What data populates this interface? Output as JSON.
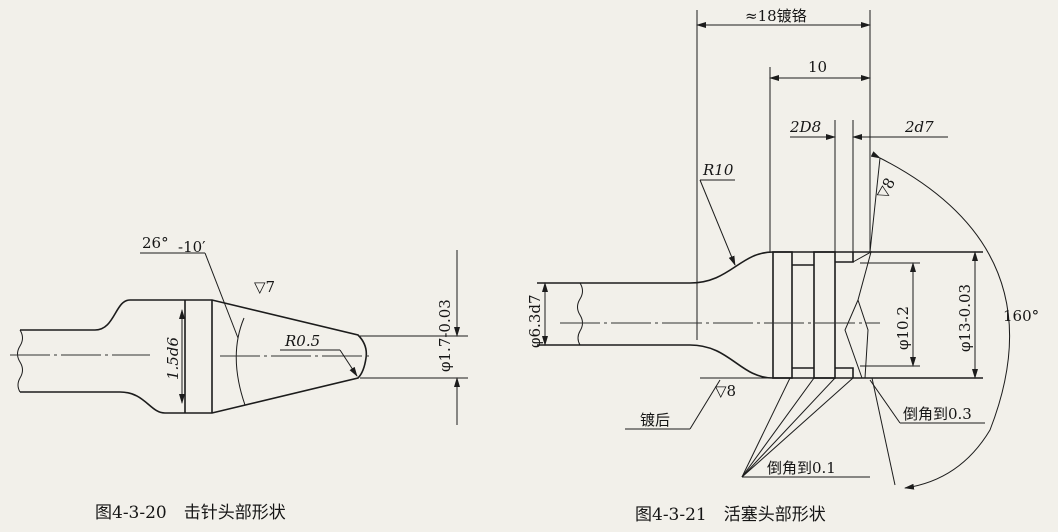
{
  "figure_left": {
    "caption": "图4-3-20　击针头部形状",
    "labels": {
      "angle": "26°",
      "angle_tol": "-10′",
      "roughness": "▽7",
      "radius": "R0.5",
      "head_dia": "1.5d6",
      "tip_dia": "φ1.7-0.03"
    }
  },
  "figure_right": {
    "caption": "图4-3-21　活塞头部形状",
    "labels": {
      "plated_length": "≈18镀铬",
      "length_10": "10",
      "groove_2D8": "2D8",
      "groove_2d7": "2d7",
      "radius": "R10",
      "roughness_top": "▽8",
      "angle": "160°",
      "shaft_dia": "φ6.3d7",
      "inner_dia": "φ10.2",
      "outer_dia": "φ13-0.03",
      "after_plating": "镀后",
      "roughness_bottom": "▽8",
      "chamfer_03": "倒角到0.3",
      "chamfer_01": "倒角到0.1"
    }
  }
}
